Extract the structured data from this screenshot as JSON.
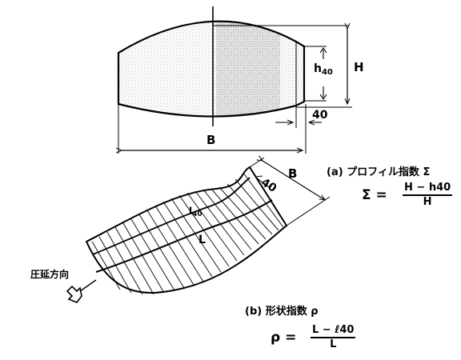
{
  "profile_dims": {
    "height_label": "H",
    "h40_main": "h",
    "h40_sub": "40",
    "edge_offset": "40",
    "width_label": "B"
  },
  "profile_index": {
    "caption": "(a) プロフィル指数 Σ",
    "lhs": "Σ =",
    "numerator": "H − h40",
    "denominator": "H"
  },
  "strip_labels": {
    "width_label": "B",
    "edge_offset": "40",
    "l40_main": "l",
    "l40_sub": "40",
    "length_label": "L",
    "rolling_direction": "圧延方向"
  },
  "shape_index": {
    "caption": "(b) 形状指数 ρ",
    "lhs": "ρ =",
    "numerator": "L − ℓ40",
    "denominator": "L"
  }
}
